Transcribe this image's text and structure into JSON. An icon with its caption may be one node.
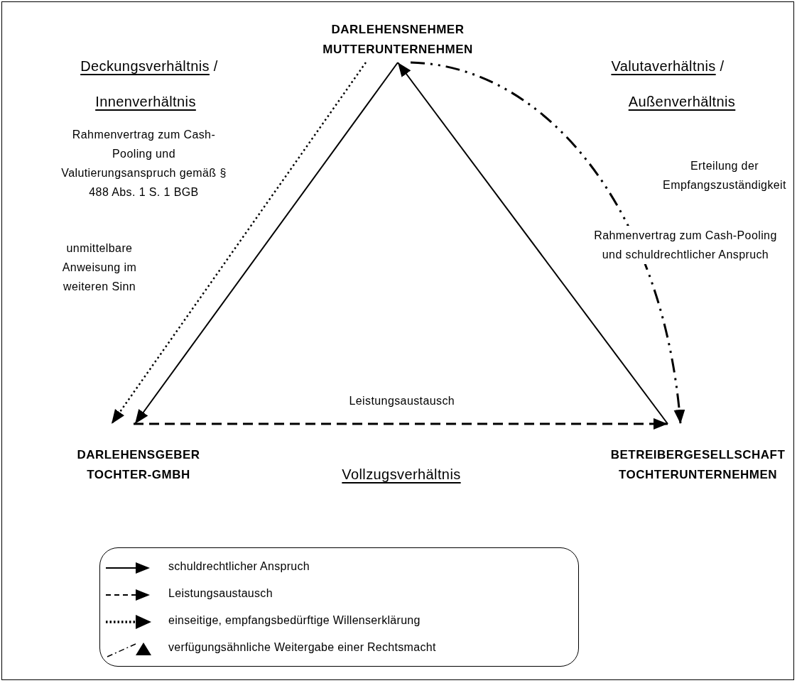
{
  "diagram": {
    "nodes": [
      {
        "text": [
          "DARLEHENSNEHMER MUTTERUNTERNEHMEN"
        ]
      },
      {
        "text": [
          "DARLEHENSGEBER TOCHTER-GMBH"
        ]
      },
      {
        "text": [
          "BETREIBERGESELLSCHAFT TOCHTERUNTERNEHMEN"
        ]
      }
    ],
    "edges": [
      {
        "from": 0,
        "to": 1,
        "arrow": "to"
      },
      {
        "from": 2,
        "to": 0,
        "arrow": "to"
      },
      {
        "from": 1,
        "to": 2,
        "arrow": "to",
        "label": "Leistungsaustausch",
        "style": "dashed"
      },
      {
        "from": 0,
        "to": 1,
        "arrow": "to",
        "style": "dashed"
      },
      {
        "from": 0,
        "to": 2,
        "arrow": "to",
        "style": "dashed"
      }
    ],
    "labels": [
      "Deckungsverhältnis /",
      "Innenverhältnis",
      "Rahmenvertrag zum Cash-Pooling und Valutierungsanspruch gemäß § 488 Abs. 1 S. 1 BGB",
      "unmittelbare Anweisung im weiteren Sinn",
      "Valutaverhältnis /",
      "Außenverhältnis",
      "Erteilung der Empfangszuständigkeit",
      "Rahmenvertrag zum Cash-Pooling und schuldrechtlicher Anspruch",
      "Vollzugsverhältnis"
    ],
    "legend": [
      {
        "text": "schuldrechtlicher Anspruch"
      },
      {
        "text": "Leistungsaustausch"
      },
      {
        "text": "einseitige, empfangsbedürftige Willenserklärung"
      },
      {
        "text": "verfügungsähnliche Weitergabe einer Rechtsmacht"
      }
    ]
  }
}
